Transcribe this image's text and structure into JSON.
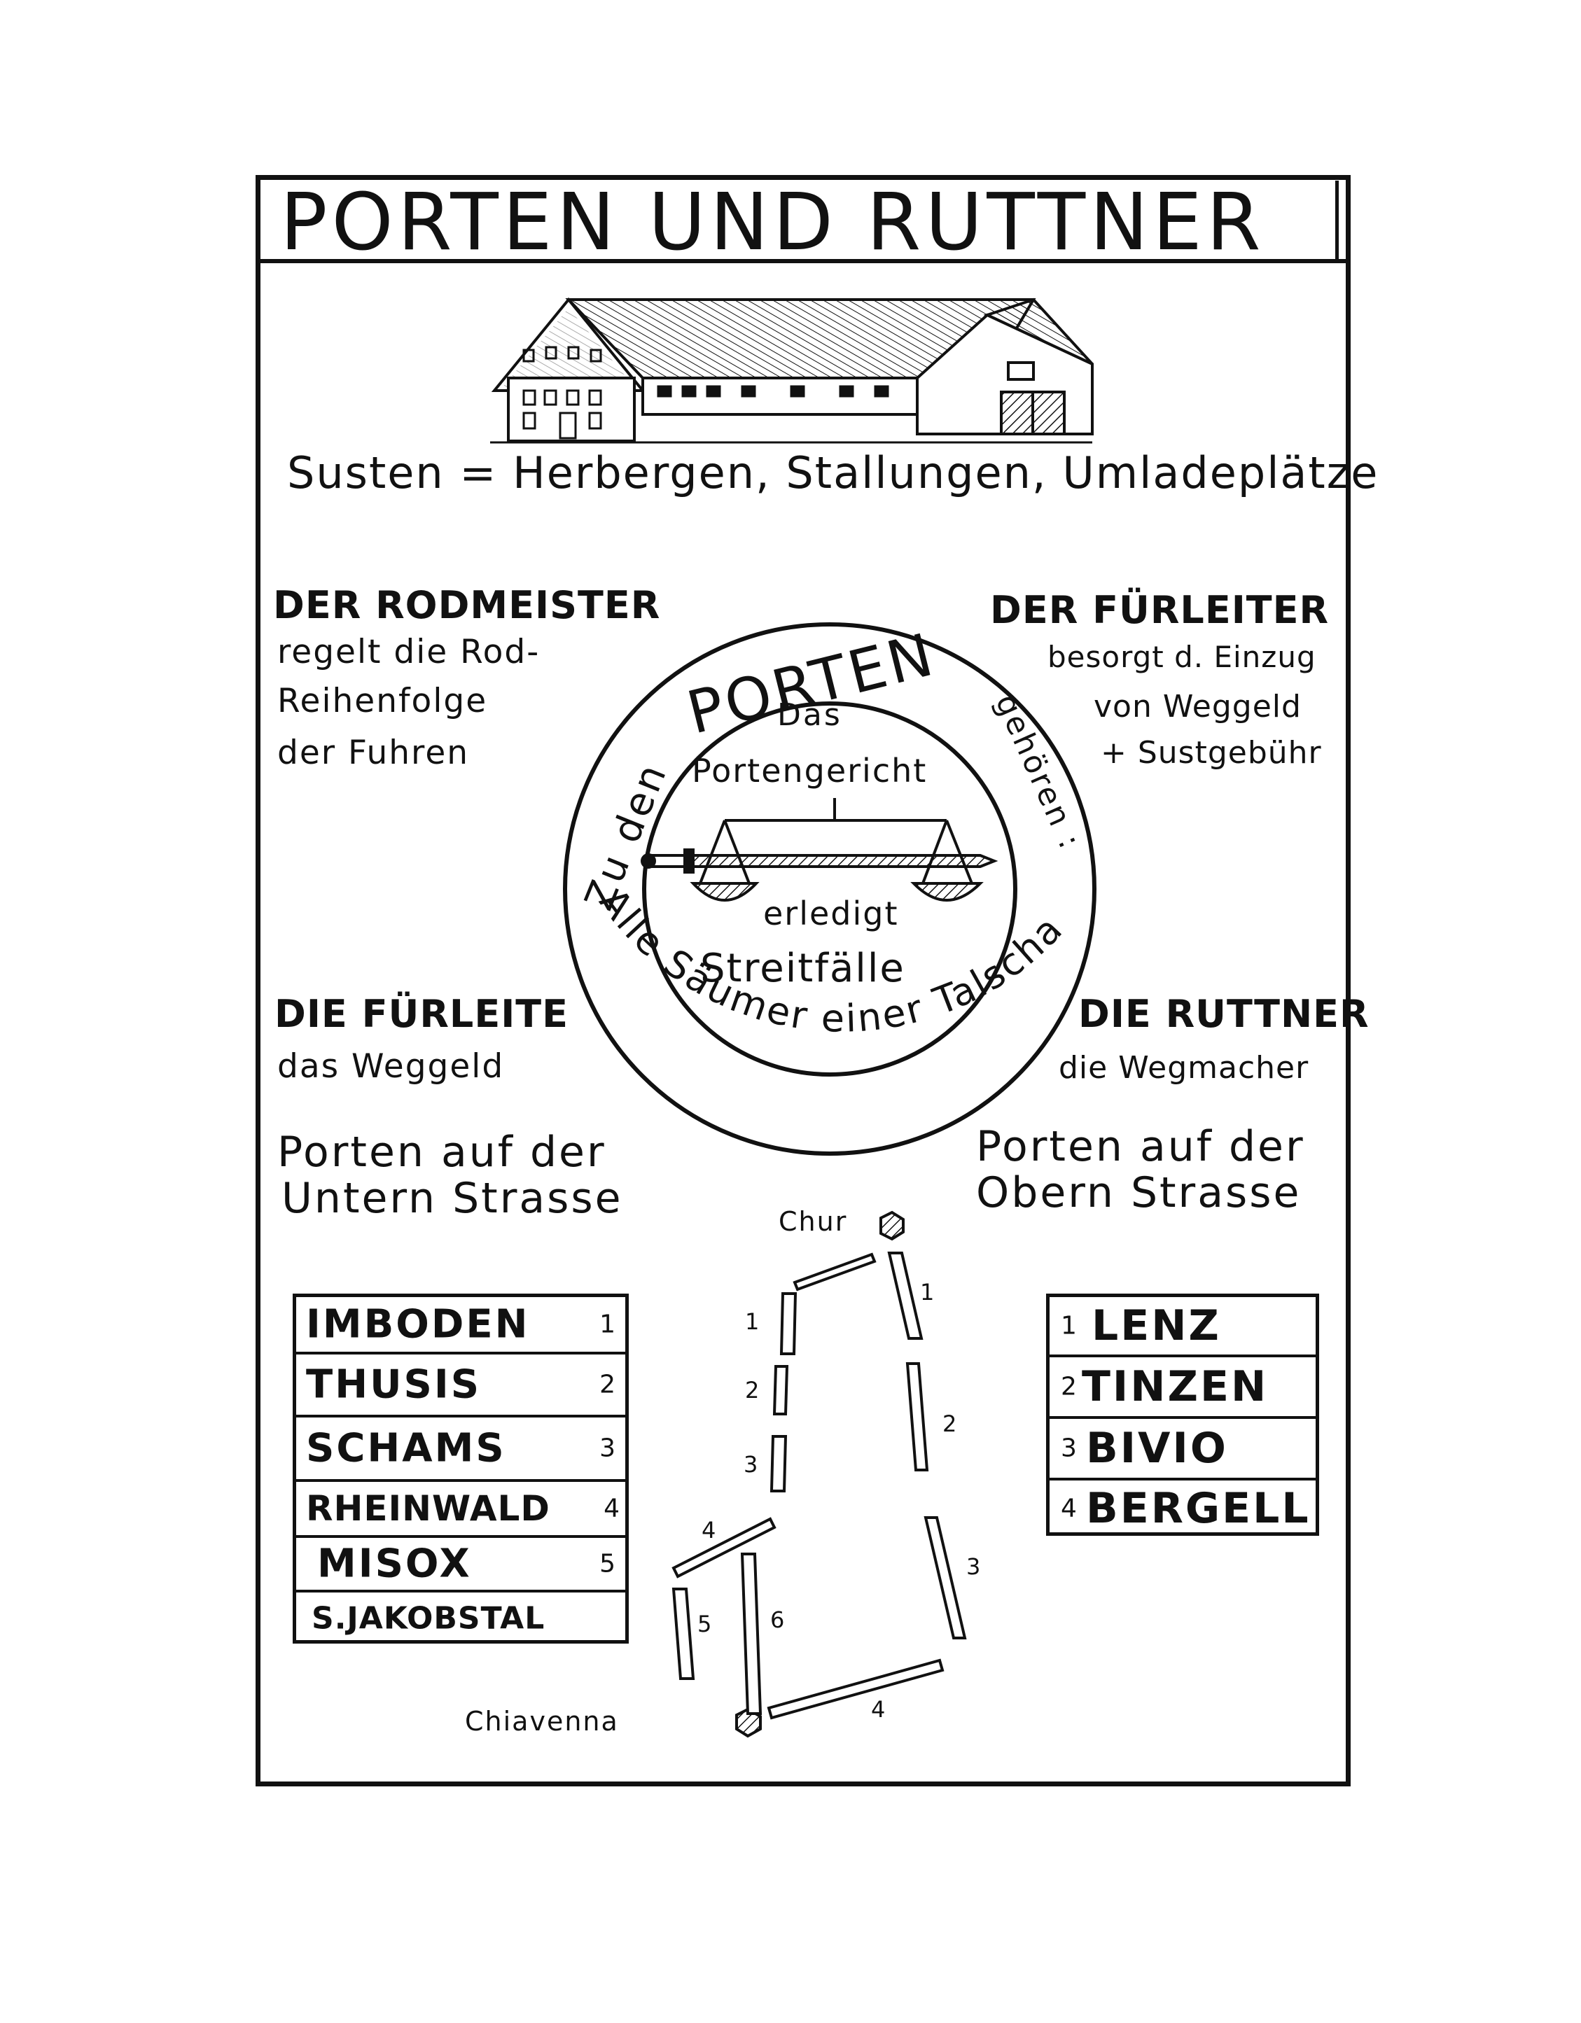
{
  "title": "PORTEN UND RUTTNER",
  "building_caption": "Susten = Herbergen, Stallungen, Umladeplätze",
  "rodmeister": {
    "heading": "DER RODMEISTER",
    "lines": [
      "regelt die Rod-",
      "Reihenfolge",
      "der Fuhren"
    ]
  },
  "fuerleiter": {
    "heading": "DER FÜRLEITER",
    "lines": [
      "besorgt d. Einzug",
      "von Weggeld",
      "+ Sustgebühr"
    ]
  },
  "fuerleite": {
    "heading": "DIE FÜRLEITE",
    "lines": [
      "das Weggeld"
    ]
  },
  "ruttner": {
    "heading": "DIE RUTTNER",
    "lines": [
      "die Wegmacher"
    ]
  },
  "circle": {
    "top_arc": "Zu den",
    "porten": "PORTEN",
    "gehoeren": "gehören :",
    "bottom_arc": "Alle Säumer einer Talschaft.",
    "inner_top": [
      "Das",
      "Portengericht"
    ],
    "inner_bottom": [
      "erledigt",
      "Streitfälle"
    ]
  },
  "untern": {
    "lines": [
      "Porten auf der",
      "Untern Strasse"
    ],
    "rows": [
      {
        "name": "IMBODEN",
        "num": "1"
      },
      {
        "name": "THUSIS",
        "num": "2"
      },
      {
        "name": "SCHAMS",
        "num": "3"
      },
      {
        "name": "RHEINWALD",
        "num": "4"
      },
      {
        "name": "MISOX",
        "num": "5"
      },
      {
        "name": "S.JAKOBSTAL",
        "num": ""
      }
    ]
  },
  "obern": {
    "lines": [
      "Porten auf der",
      "Obern Strasse"
    ],
    "rows": [
      {
        "name": "LENZ",
        "num": "1"
      },
      {
        "name": "TINZEN",
        "num": "2"
      },
      {
        "name": "BIVIO",
        "num": "3"
      },
      {
        "name": "BERGELL",
        "num": "4"
      }
    ]
  },
  "map": {
    "chur": "Chur",
    "chiavenna": "Chiavenna",
    "left_numbers": [
      "1",
      "2",
      "3",
      "4",
      "5",
      "6"
    ],
    "right_numbers": [
      "1",
      "2",
      "3",
      "4"
    ]
  }
}
